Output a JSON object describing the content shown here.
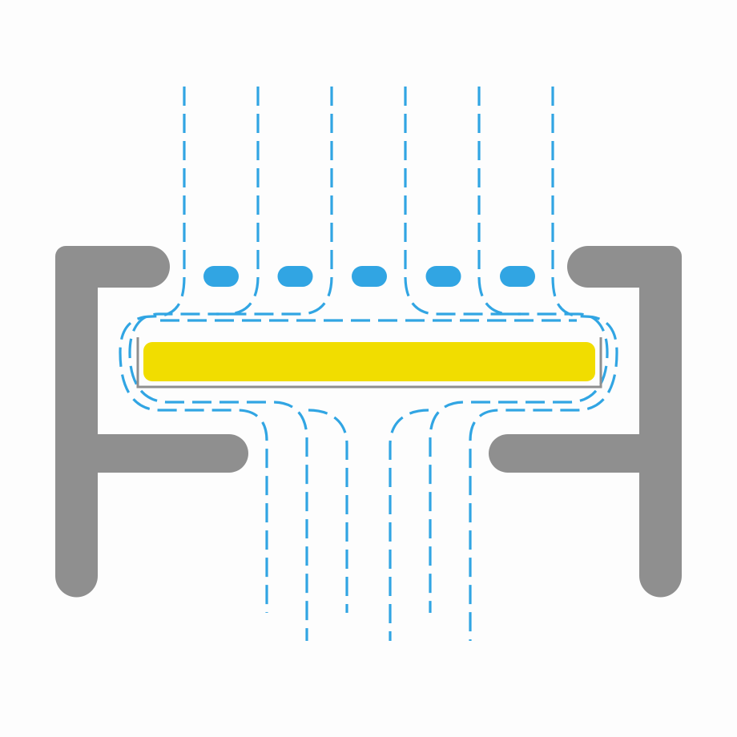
{
  "diagram": {
    "colors": {
      "background": "#fdfdfd",
      "bracket": "#8f8f8f",
      "stream_line": "#31a5e3",
      "droplet": "#31a5e3",
      "bar": "#f1dd00",
      "tray": "#8f8f8f"
    },
    "icons": {
      "left_bracket": "left-bracket-shape",
      "right_bracket": "right-bracket-shape",
      "bar": "yellow-bar",
      "tray": "bar-tray",
      "droplet": "pill-droplet",
      "stream": "dashed-flow-line"
    },
    "incoming_stream_count": 6,
    "droplet_count": 5,
    "outgoing_stream_count": 6,
    "flow_direction": "top-to-bottom"
  }
}
